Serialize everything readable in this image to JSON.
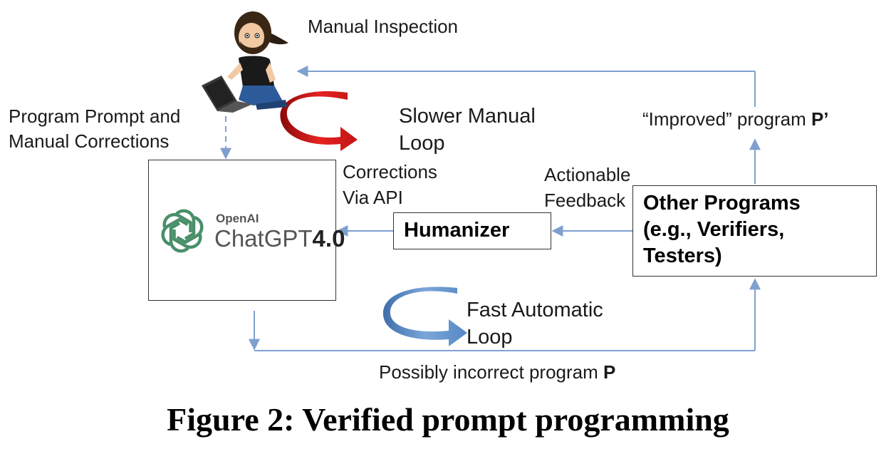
{
  "labels": {
    "manual_inspection": "Manual Inspection",
    "program_prompt_line1": "Program Prompt and",
    "program_prompt_line2": "Manual Corrections",
    "slower_loop_line1": "Slower Manual",
    "slower_loop_line2": "Loop",
    "improved_program_prefix": "“Improved” program ",
    "improved_program_var": "P’",
    "corrections_line1": "Corrections",
    "corrections_line2": "Via API",
    "actionable_line1": "Actionable",
    "actionable_line2": "Feedback",
    "fast_loop_line1": "Fast Automatic",
    "fast_loop_line2": "Loop",
    "possibly_incorrect_prefix": "Possibly incorrect program ",
    "possibly_incorrect_var": "P"
  },
  "chatgpt_box": {
    "brand_small": "OpenAI",
    "brand_name": "ChatGPT",
    "brand_version": "4.0"
  },
  "humanizer_box": {
    "label": "Humanizer"
  },
  "other_programs_box": {
    "line1": "Other Programs",
    "line2": "(e.g., Verifiers,",
    "line3": "Testers)"
  },
  "caption": "Figure 2: Verified prompt programming",
  "colors": {
    "arrow_blue": "#7f9fcf",
    "slow_loop_red": "#d91c1c",
    "fast_loop_blue": "#5f8fc8",
    "openai_green": "#4a8f6a"
  },
  "icons": {
    "person": "person-with-laptop-icon",
    "openai_logo": "openai-logo-icon"
  }
}
